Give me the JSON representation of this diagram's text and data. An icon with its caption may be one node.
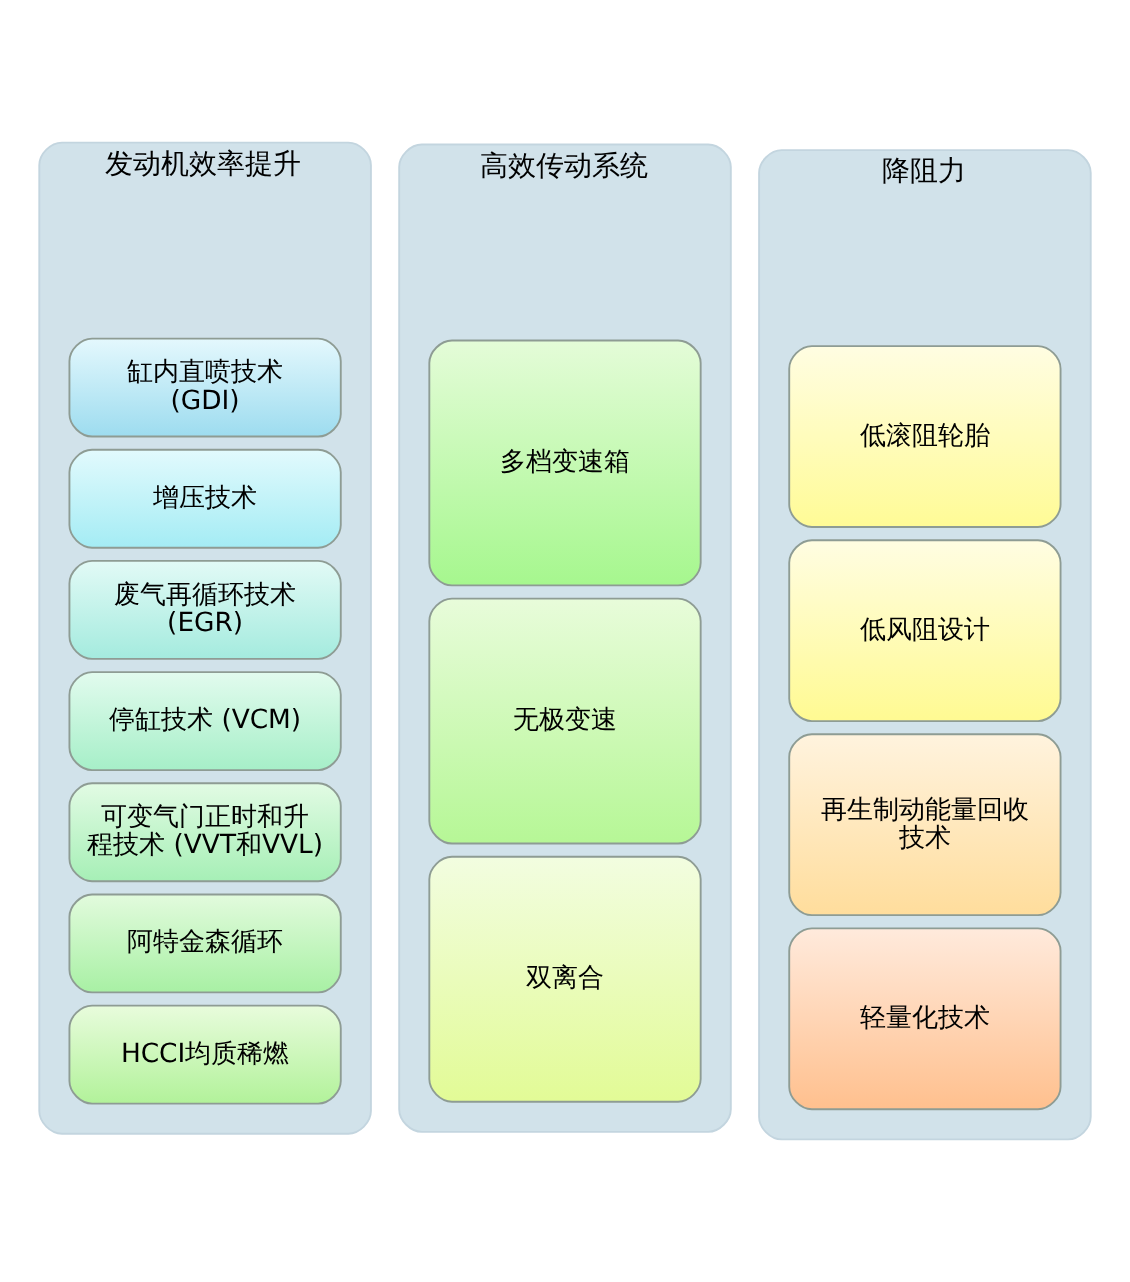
{
  "diagram": {
    "nodes": [
      {
        "text": [
          "发动机效率提升"
        ]
      },
      {
        "text": [
          "缸内直喷技术 (GDI)"
        ],
        "in": 0
      },
      {
        "text": [
          "增压技术"
        ],
        "in": 0
      },
      {
        "text": [
          "废气再循环技术 (EGR)"
        ],
        "in": 0
      },
      {
        "text": [
          "停缸技术 (VCM)"
        ],
        "in": 0
      },
      {
        "text": [
          "可变气门正时和升程技术 (VVT和VVL)"
        ],
        "in": 0
      },
      {
        "text": [
          "阿特金森循环"
        ],
        "in": 0
      },
      {
        "text": [
          "HCCI均质稀燃"
        ],
        "in": 0
      },
      {
        "text": [
          "高效传动系统"
        ]
      },
      {
        "text": [
          "多档变速箱"
        ],
        "in": 8
      },
      {
        "text": [
          "无极变速"
        ],
        "in": 8
      },
      {
        "text": [
          "双离合"
        ],
        "in": 8
      },
      {
        "text": [
          "降阻力"
        ]
      },
      {
        "text": [
          "低滚阻轮胎"
        ],
        "in": 12
      },
      {
        "text": [
          "低风阻设计"
        ],
        "in": 12
      },
      {
        "text": [
          "再生制动能量回收技术"
        ],
        "in": 12
      },
      {
        "text": [
          "轻量化技术"
        ],
        "in": 12
      }
    ]
  }
}
